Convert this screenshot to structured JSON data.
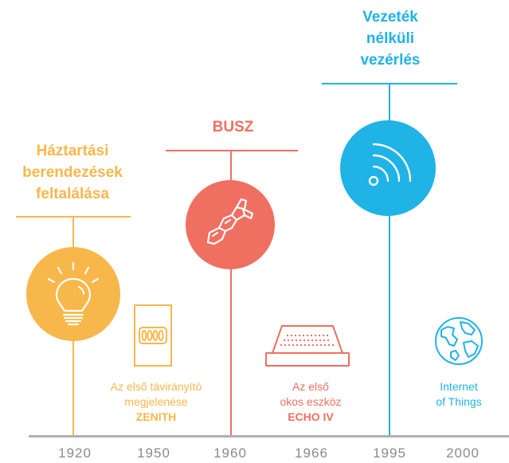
{
  "colors": {
    "orange": "#F8B74A",
    "red": "#EF6F61",
    "blue": "#1FB3E6",
    "axis": "#b0b0b0",
    "year_text": "#8a8a8a"
  },
  "milestones": {
    "appliances": {
      "title": "Háztartási\nberendezések\nfeltalálása",
      "icon": "light-bulb-icon"
    },
    "bus": {
      "title": "BUSZ",
      "icon": "cable-connector-icon"
    },
    "wireless": {
      "title": "Vezeték\nnélküli\nvezérlés",
      "icon": "wifi-signal-icon"
    }
  },
  "events": {
    "zenith": {
      "line1": "Az első távirányító",
      "line2": "megjelenése",
      "name": "ZENITH",
      "icon": "remote-control-icon"
    },
    "echo": {
      "line1": "Az első",
      "line2": "okos eszköz",
      "name": "ECHO IV",
      "icon": "keyboard-device-icon"
    },
    "iot": {
      "line1": "Internet",
      "line2": "of Things",
      "icon": "globe-icon"
    }
  },
  "years": [
    "1920",
    "1950",
    "1960",
    "1966",
    "1995",
    "2000"
  ]
}
